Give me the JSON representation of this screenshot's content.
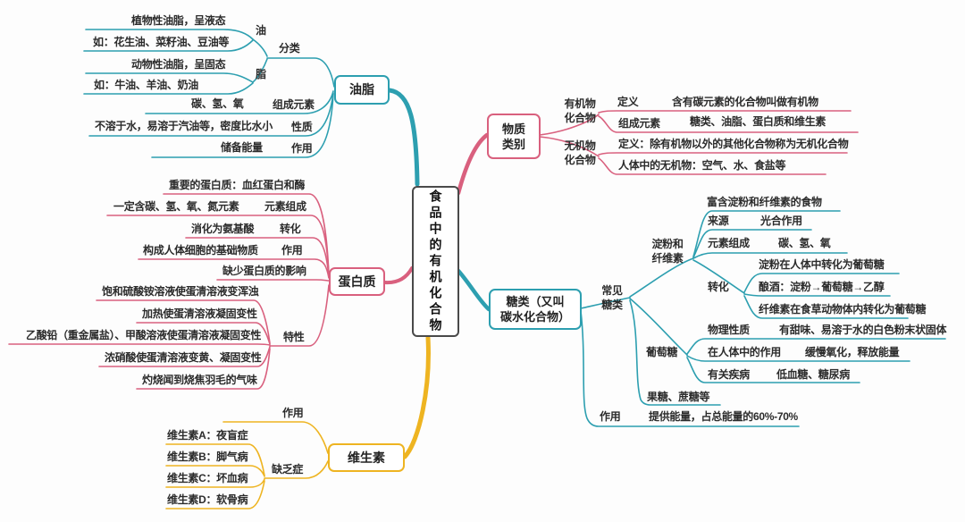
{
  "colors": {
    "teal": "#2d9fb0",
    "pink": "#d9607e",
    "yellow": "#eeb421",
    "ink": "#2b2b2b",
    "central_border": "#4a4a4a"
  },
  "central": {
    "title": "食品中的有机化合物"
  },
  "oils": {
    "node": "油脂",
    "classification": {
      "label": "分类",
      "oil": {
        "label": "油",
        "desc": "植物性油脂，呈液态",
        "examples": "如：花生油、菜籽油、豆油等"
      },
      "fat": {
        "label": "脂",
        "desc": "动物性油脂，呈固态",
        "examples": "如：牛油、羊油、奶油"
      }
    },
    "elements": {
      "label": "组成元素",
      "value": "碳、氢、氧"
    },
    "properties": {
      "label": "性质",
      "value": "不溶于水，易溶于汽油等，密度比水小"
    },
    "function": {
      "label": "作用",
      "value": "储备能量"
    }
  },
  "protein": {
    "node": "蛋白质",
    "important": "重要的蛋白质：血红蛋白和酶",
    "elements": {
      "label": "元素组成",
      "value": "一定含碳、氢、氧、氮元素"
    },
    "transform": {
      "label": "转化",
      "value": "消化为氨基酸"
    },
    "function": {
      "label": "作用",
      "value": "构成人体细胞的基础物质"
    },
    "deficiency": "缺少蛋白质的影响",
    "traits": {
      "label": "特性",
      "items": [
        "饱和硫酸铵溶液使蛋清溶液变浑浊",
        "加热使蛋清溶液凝固变性",
        "乙酸铅（重金属盐）、甲酸溶液使蛋清溶液凝固变性",
        "浓硝酸使蛋清溶液变黄、凝固变性",
        "灼烧闻到烧焦羽毛的气味"
      ]
    }
  },
  "vitamins": {
    "node": "维生素",
    "function_label": "作用",
    "deficiency": {
      "label": "缺乏症",
      "items": [
        "维生素A：夜盲症",
        "维生素B：脚气病",
        "维生素C：坏血病",
        "维生素D：软骨病"
      ]
    }
  },
  "categories": {
    "node": "物质\n类别",
    "organic": {
      "label": "有机物\n化合物",
      "definition": {
        "label": "定义",
        "value": "含有碳元素的化合物叫做有机物"
      },
      "elements": {
        "label": "组成元素",
        "value": "糖类、油脂、蛋白质和维生素"
      }
    },
    "inorganic": {
      "label": "无机物\n化合物",
      "definition": "定义：除有机物以外的其他化合物称为无机化合物",
      "human": "人体中的无机物：空气、水、食盐等"
    }
  },
  "sugars": {
    "node": "糖类（又叫\n碳水化合物）",
    "common": {
      "label": "常见\n糖类",
      "starch": {
        "label": "淀粉和\n纤维素",
        "foods": "富含淀粉和纤维素的食物",
        "source": {
          "label": "来源",
          "value": "光合作用"
        },
        "elements": {
          "label": "元素组成",
          "value": "碳、氢、氧"
        },
        "transform": {
          "label": "转化",
          "items": [
            "淀粉在人体中转化为葡萄糖",
            "酿酒：淀粉→葡萄糖→乙醇",
            "纤维素在食草动物体内转化为葡萄糖"
          ]
        }
      },
      "glucose": {
        "label": "葡萄糖",
        "physical": {
          "label": "物理性质",
          "value": "有甜味、易溶于水的白色粉末状固体"
        },
        "role": {
          "label": "在人体中的作用",
          "value": "缓慢氧化，释放能量"
        },
        "disease": {
          "label": "有关疾病",
          "value": "低血糖、糖尿病"
        }
      },
      "others": "果糖、蔗糖等"
    },
    "function": {
      "label": "作用",
      "value": "提供能量，占总能量的60%-70%"
    }
  }
}
